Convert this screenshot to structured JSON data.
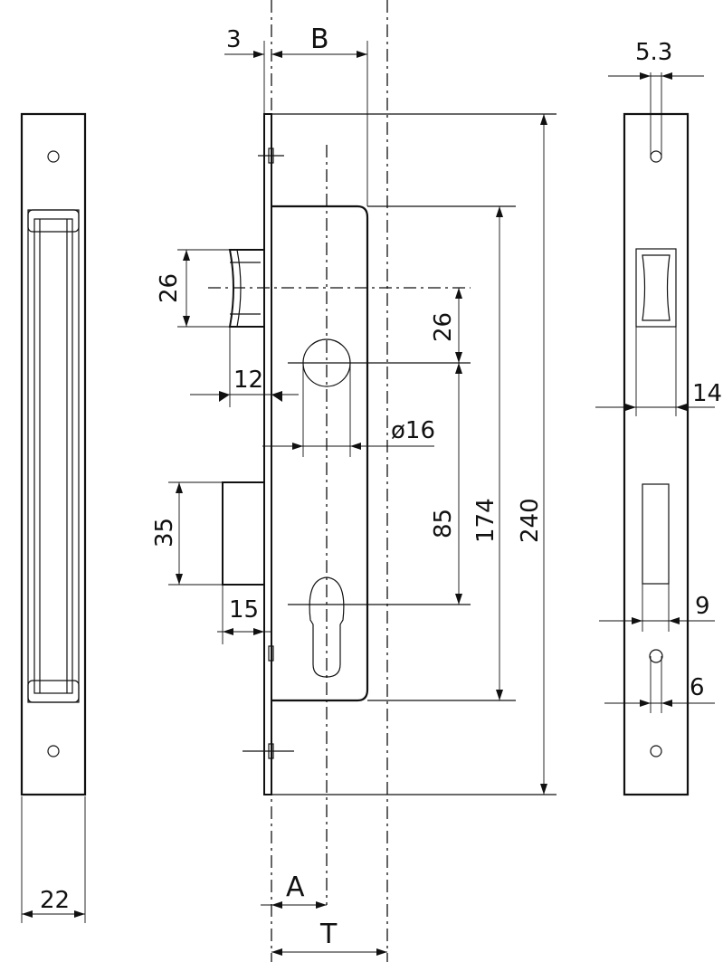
{
  "dimensions": {
    "d3": "3",
    "dB": "B",
    "d5_3": "5.3",
    "d26_left": "26",
    "d26_right": "26",
    "d12": "12",
    "d14": "14",
    "d16": "ø16",
    "d35": "35",
    "d85": "85",
    "d174": "174",
    "d240": "240",
    "d15": "15",
    "d9": "9",
    "d6": "6",
    "d22": "22",
    "dA": "A",
    "dT": "T"
  }
}
